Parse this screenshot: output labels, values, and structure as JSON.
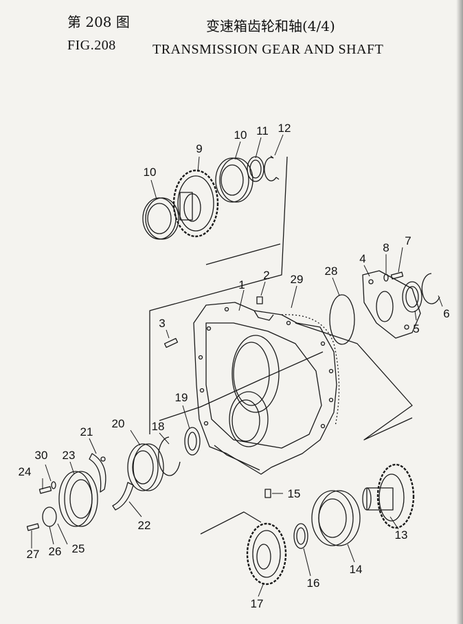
{
  "header": {
    "fig_cn": "第 208 图",
    "title_cn": "变速箱齿轮和轴(4/4)",
    "fig_en": "FIG.208",
    "title_en": "TRANSMISSION GEAR AND SHAFT"
  },
  "callouts": [
    {
      "id": "c1",
      "text": "1"
    },
    {
      "id": "c2",
      "text": "2"
    },
    {
      "id": "c3",
      "text": "3"
    },
    {
      "id": "c4",
      "text": "4"
    },
    {
      "id": "c5",
      "text": "5"
    },
    {
      "id": "c6",
      "text": "6"
    },
    {
      "id": "c7",
      "text": "7"
    },
    {
      "id": "c8",
      "text": "8"
    },
    {
      "id": "c9",
      "text": "9"
    },
    {
      "id": "c10a",
      "text": "10"
    },
    {
      "id": "c10b",
      "text": "10"
    },
    {
      "id": "c11",
      "text": "11"
    },
    {
      "id": "c12",
      "text": "12"
    },
    {
      "id": "c13",
      "text": "13"
    },
    {
      "id": "c14",
      "text": "14"
    },
    {
      "id": "c15",
      "text": "15"
    },
    {
      "id": "c16",
      "text": "16"
    },
    {
      "id": "c17",
      "text": "17"
    },
    {
      "id": "c18",
      "text": "18"
    },
    {
      "id": "c19",
      "text": "19"
    },
    {
      "id": "c20",
      "text": "20"
    },
    {
      "id": "c21",
      "text": "21"
    },
    {
      "id": "c22",
      "text": "22"
    },
    {
      "id": "c23",
      "text": "23"
    },
    {
      "id": "c24",
      "text": "24"
    },
    {
      "id": "c25",
      "text": "25"
    },
    {
      "id": "c26",
      "text": "26"
    },
    {
      "id": "c27",
      "text": "27"
    },
    {
      "id": "c28",
      "text": "28"
    },
    {
      "id": "c29",
      "text": "29"
    },
    {
      "id": "c30",
      "text": "30"
    }
  ]
}
